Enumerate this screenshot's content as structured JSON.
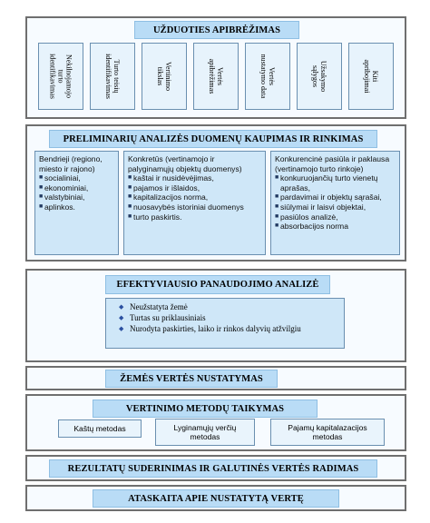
{
  "section1": {
    "title": "UŽDUOTIES APIBRĖŽIMAS",
    "columns": [
      [
        "Nekilnojamojo",
        "turto",
        "identifikavimas"
      ],
      [
        "Turto teisių",
        "identifikavimas"
      ],
      [
        "Vertinimo",
        "tikslas"
      ],
      [
        "Vertės",
        "apibrėžimas"
      ],
      [
        "Vertės",
        "nustatymo data"
      ],
      [
        "Užsakymo",
        "sąlygos"
      ],
      [
        "Kiti",
        "apribojimai"
      ]
    ]
  },
  "section2": {
    "title": "PRELIMINARIŲ ANALIZĖS DUOMENŲ KAUPIMAS IR RINKIMAS",
    "col1": {
      "head": "Bendrieji (regiono, miesto ir rajono)",
      "items": [
        "socialiniai,",
        "ekonominiai,",
        "valstybiniai,",
        "aplinkos."
      ]
    },
    "col2": {
      "head": "Konkretūs (vertinamojo ir palyginamųjų objektų duomenys)",
      "items": [
        "kaštai ir nusidėvėjimas,",
        "pajamos ir išlaidos,",
        "kapitalizacijos norma,",
        "nuosavybės istoriniai duomenys",
        "turto paskirtis."
      ]
    },
    "col3": {
      "head": "Konkurencinė pasiūla ir paklausa (vertinamojo turto rinkoje)",
      "items": [
        "konkuruojančių turto vienetų aprašas,",
        "pardavimai ir objektų sąrašai,",
        "siūlymai ir laisvi objektai,",
        "pasiūlos analizė,",
        "absorbacijos norma"
      ]
    }
  },
  "section3": {
    "title": "EFEKTYVIAUSIO PANAUDOJIMO ANALIZĖ",
    "items": [
      "Neužstatyta žemė",
      "Turtas su priklausiniais",
      "Nurodyta paskirties, laiko ir rinkos dalyvių atžvilgiu"
    ]
  },
  "section4": {
    "title": "ŽEMĖS VERTĖS NUSTATYMAS"
  },
  "section5": {
    "title": "VERTINIMO METODŲ TAIKYMAS",
    "methods": [
      "Kaštų metodas",
      "Lyginamųjų verčių metodas",
      "Pajamų kapitalazacijos metodas"
    ]
  },
  "section6": {
    "title": "REZULTATŲ SUDERINIMAS IR GALUTINĖS VERTĖS RADIMAS"
  },
  "section7": {
    "title": "ATASKAITA APIE NUSTATYTĄ VERTĘ"
  },
  "icons": {
    "bullet": "square-bullet-icon",
    "diamond": "diamond-bullet-icon"
  },
  "colors": {
    "band": "#b9dcf6",
    "box": "#cfe7f8",
    "border": "#6f6f6f"
  }
}
